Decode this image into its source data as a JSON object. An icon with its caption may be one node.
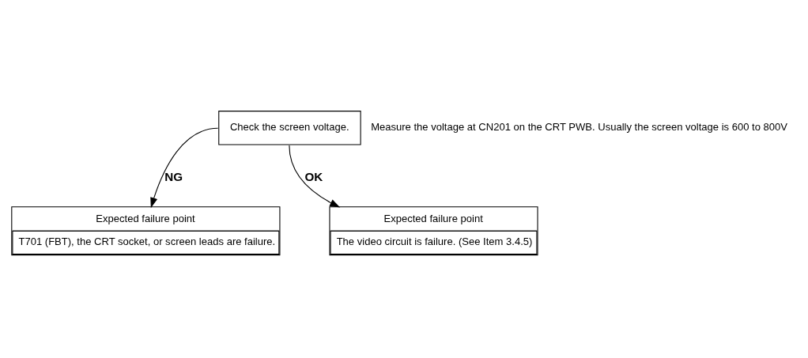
{
  "diagram": {
    "nodes": [
      {
        "text": [
          "Check the screen voltage."
        ],
        "beside": [
          "Measure the voltage at CN201 on the CRT PWB. Usually the screen voltage is 600 to 800V"
        ]
      },
      {
        "text": [
          "Expected failure point",
          "T701 (FBT), the CRT socket, or screen leads are failure."
        ]
      },
      {
        "text": [
          "Expected failure point",
          "The video circuit is failure. (See Item 3.4.5)"
        ]
      }
    ],
    "edges": [
      {
        "from": 0,
        "to": 1,
        "arrow": "to",
        "label": "NG"
      },
      {
        "from": 0,
        "to": 2,
        "arrow": "to",
        "label": "OK"
      }
    ]
  }
}
